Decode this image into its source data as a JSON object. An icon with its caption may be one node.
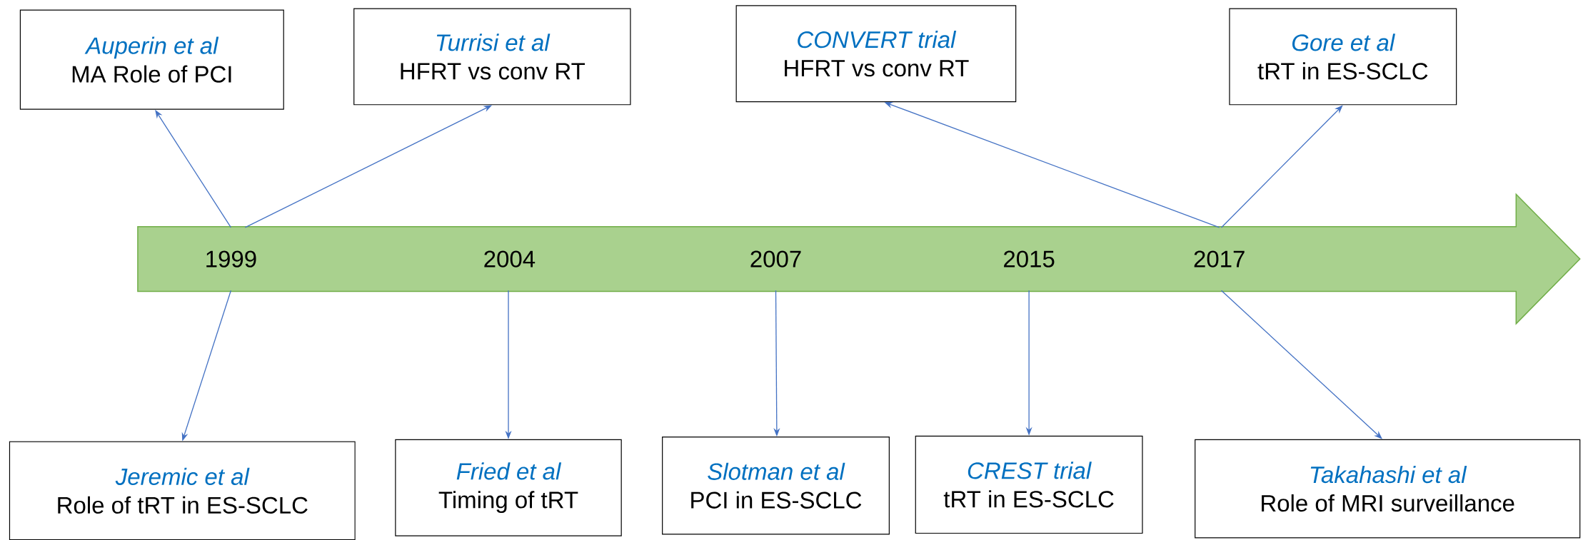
{
  "diagram": {
    "nodes": [
      {
        "text": [
          "Auperin et al",
          "MA Role of PCI"
        ]
      },
      {
        "text": [
          "Turrisi et al",
          "HFRT vs conv RT"
        ]
      },
      {
        "text": [
          "CONVERT trial",
          "HFRT vs conv RT"
        ]
      },
      {
        "text": [
          "Gore et al",
          "tRT in ES-SCLC"
        ]
      },
      {
        "text": [
          "1999"
        ]
      },
      {
        "text": [
          "2004"
        ]
      },
      {
        "text": [
          "2007"
        ]
      },
      {
        "text": [
          "2015"
        ]
      },
      {
        "text": [
          "2017"
        ]
      },
      {
        "text": [
          "Jeremic et al",
          "Role of tRT in ES-SCLC"
        ]
      },
      {
        "text": [
          "Fried et al",
          "Timing of tRT"
        ]
      },
      {
        "text": [
          "Slotman et al",
          "PCI in ES-SCLC"
        ]
      },
      {
        "text": [
          "CREST trial",
          "tRT in ES-SCLC"
        ]
      },
      {
        "text": [
          "Takahashi et al",
          "Role of MRI surveillance"
        ]
      }
    ],
    "edges": [
      {
        "from": 4,
        "to": 0,
        "arrow": "to"
      },
      {
        "from": 4,
        "to": 1,
        "arrow": "to"
      },
      {
        "from": 8,
        "to": 2,
        "arrow": "to"
      },
      {
        "from": 8,
        "to": 3,
        "arrow": "to"
      },
      {
        "from": 4,
        "to": 9,
        "arrow": "to"
      },
      {
        "from": 5,
        "to": 10,
        "arrow": "to"
      },
      {
        "from": 6,
        "to": 11,
        "arrow": "to"
      },
      {
        "from": 7,
        "to": 12,
        "arrow": "to"
      },
      {
        "from": 8,
        "to": 13,
        "arrow": "to"
      }
    ]
  }
}
